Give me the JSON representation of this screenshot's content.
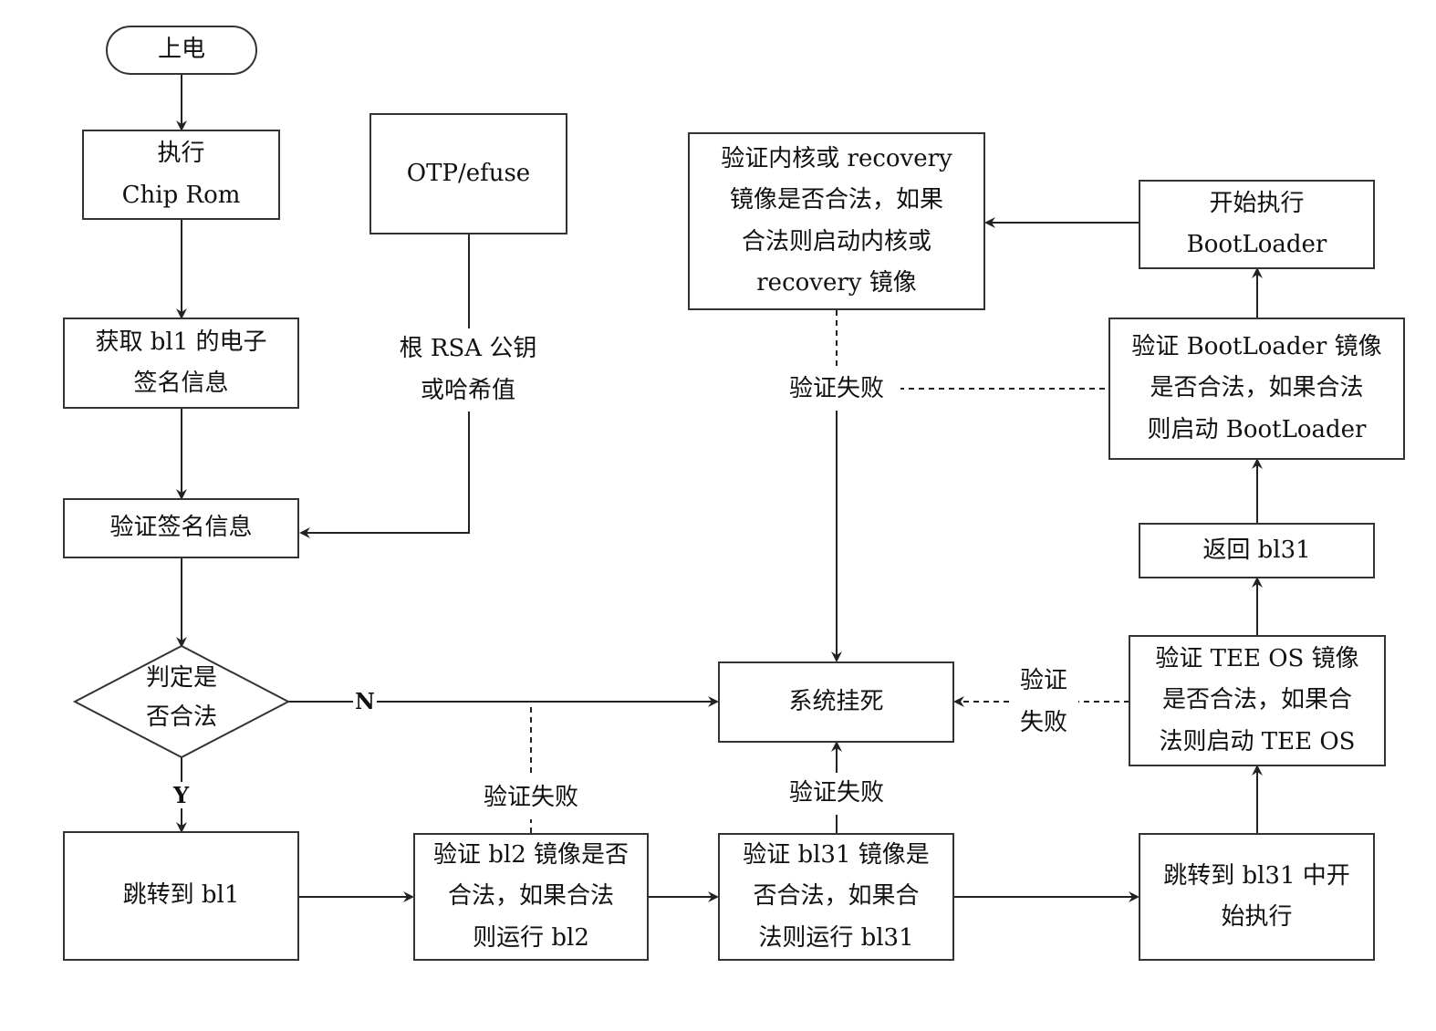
{
  "nodes": {
    "power_on": "上电",
    "exec_chip_rom": "执行\nChip Rom",
    "otp_efuse": "OTP/efuse",
    "get_bl1_signature": "获取 bl1 的电子\n签名信息",
    "verify_signature": "验证签名信息",
    "decision": "判定是\n否合法",
    "jump_to_bl1": "跳转到 bl1",
    "verify_bl2": "验证 bl2 镜像是否\n合法，如果合法\n则运行 bl2",
    "verify_bl31": "验证 bl31 镜像是\n否合法，如果合\n法则运行 bl31",
    "jump_to_bl31": "跳转到 bl31 中开\n始执行",
    "system_hang": "系统挂死",
    "verify_tee_os": "验证 TEE OS 镜像\n是否合法，如果合\n法则启动 TEE OS",
    "return_bl31": "返回 bl31",
    "verify_bootloader": "验证 BootLoader 镜像\n是否合法，如果合法\n则启动 BootLoader",
    "start_bootloader": "开始执行\nBootLoader",
    "verify_kernel": "验证内核或 recovery\n镜像是否合法，如果\n合法则启动内核或\nrecovery 镜像"
  },
  "edge_labels": {
    "root_key": "根 RSA 公钥\n或哈希值",
    "no": "N",
    "yes": "Y",
    "fail_bl2": "验证失败",
    "fail_bl31": "验证失败",
    "fail_tee": "验证\n失败",
    "fail_bootloader": "验证失败"
  }
}
